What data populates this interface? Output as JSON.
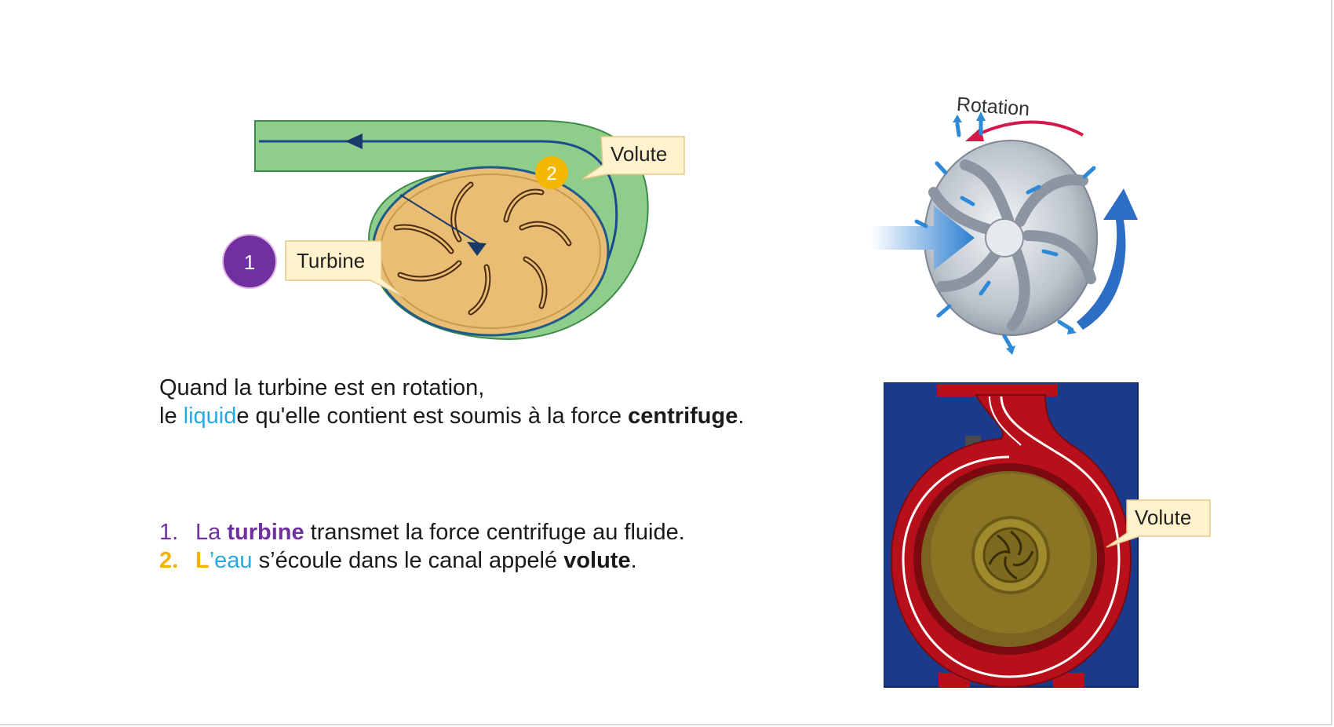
{
  "diagram_left": {
    "badge_1": "1",
    "badge_2": "2",
    "callout_turbine": "Turbine",
    "callout_volute": "Volute"
  },
  "diagram_right_top": {
    "rotation_label": "Rotation"
  },
  "diagram_right_bottom": {
    "callout_volute": "Volute"
  },
  "paragraph": {
    "line1": "Quand la turbine est en rotation,",
    "line2_prefix": "le ",
    "line2_word_colored": "liquid",
    "line2_mid": "e qu'elle contient est soumis à la force ",
    "line2_bold": "centrifuge",
    "line2_end": "."
  },
  "list": {
    "item1_num": "1.",
    "item1_prefix": "La ",
    "item1_bold": "turbine",
    "item1_rest": " transmet la force centrifuge au fluide.",
    "item2_num": "2.",
    "item2_L": "L",
    "item2_apos": "’",
    "item2_eau": "eau",
    "item2_mid": " s’écoule dans le canal appelé ",
    "item2_bold": "volute",
    "item2_end": "."
  },
  "colors": {
    "purple": "#7030a0",
    "gold": "#f3b300",
    "blue": "#27a9e1",
    "volute_green": "#8fce8a",
    "turbine_orange": "#e9bd73",
    "pump_red": "#b8101a",
    "pump_bg_blue": "#1b3a8c"
  }
}
